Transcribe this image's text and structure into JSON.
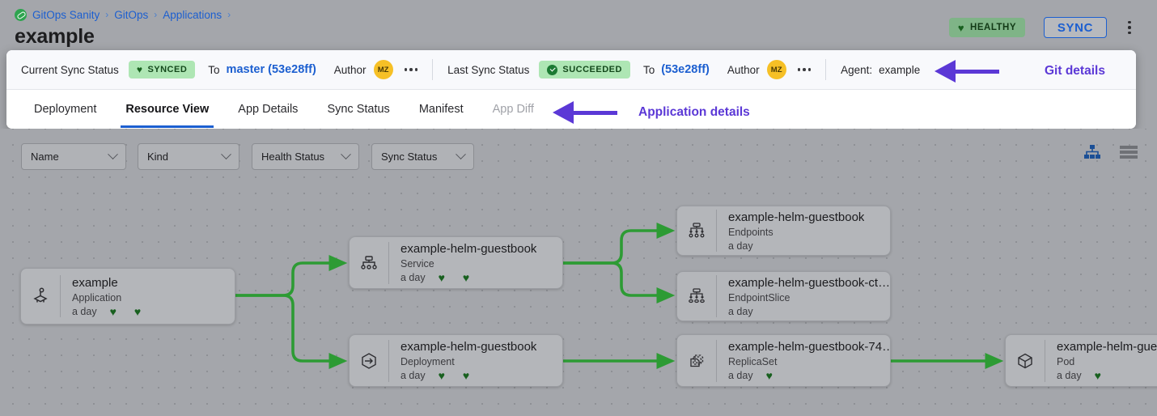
{
  "breadcrumb": {
    "logo_icon": "gitops-logo-icon",
    "items": [
      "GitOps Sanity",
      "GitOps",
      "Applications"
    ],
    "separator": "›"
  },
  "header": {
    "title": "example",
    "health_badge": {
      "label": "HEALTHY",
      "icon": "heart-icon",
      "glyph": "♥",
      "bg": "#7fb487",
      "fg": "#123a16"
    },
    "sync_button": {
      "label": "SYNC",
      "color": "#1c5fd0"
    },
    "kebab_menu_icon": "kebab-menu-icon"
  },
  "status_bar": {
    "current_sync_status_label": "Current Sync Status",
    "current_sync_status_value": "SYNCED",
    "current_sync_status_icon": "heart-icon",
    "current_to_word": "To",
    "current_revision": "master (53e28ff)",
    "current_author_label": "Author",
    "current_author_initials": "MZ",
    "current_more_icon": "ellipsis-icon",
    "last_sync_status_label": "Last Sync Status",
    "last_sync_status_value": "SUCCEEDED",
    "last_sync_status_icon": "check-circle-icon",
    "last_to_word": "To",
    "last_revision": "(53e28ff)",
    "last_author_label": "Author",
    "last_author_initials": "MZ",
    "last_more_icon": "ellipsis-icon",
    "agent_label": "Agent:",
    "agent_value": "example"
  },
  "tabs": [
    {
      "label": "Deployment",
      "state": "normal"
    },
    {
      "label": "Resource View",
      "state": "active"
    },
    {
      "label": "App Details",
      "state": "normal"
    },
    {
      "label": "Sync Status",
      "state": "normal"
    },
    {
      "label": "Manifest",
      "state": "normal"
    },
    {
      "label": "App Diff",
      "state": "disabled"
    }
  ],
  "annotations": [
    {
      "text": "Git details",
      "color": "#5b38d6",
      "arrow": "left-arrow-icon"
    },
    {
      "text": "Application details",
      "color": "#5b38d6",
      "arrow": "left-arrow-icon"
    }
  ],
  "filters": [
    {
      "label": "Name",
      "icon": "chevron-down-icon"
    },
    {
      "label": "Kind",
      "icon": "chevron-down-icon"
    },
    {
      "label": "Health Status",
      "icon": "chevron-down-icon"
    },
    {
      "label": "Sync Status",
      "icon": "chevron-down-icon"
    }
  ],
  "view_toggle": {
    "tree_icon": "tree-view-icon",
    "tree_active": true,
    "tree_color": "#1b4f96",
    "list_icon": "list-view-icon",
    "list_color": "#6f7176"
  },
  "graph": {
    "nodes": [
      {
        "id": "app",
        "icon": "application-icon",
        "title": "example",
        "kind": "Application",
        "age": "a day",
        "hearts": 2
      },
      {
        "id": "service",
        "icon": "service-icon",
        "title": "example-helm-guestbook",
        "kind": "Service",
        "age": "a day",
        "hearts": 2
      },
      {
        "id": "deployment",
        "icon": "deployment-icon",
        "title": "example-helm-guestbook",
        "kind": "Deployment",
        "age": "a day",
        "hearts": 2
      },
      {
        "id": "endpoints",
        "icon": "endpoints-icon",
        "title": "example-helm-guestbook",
        "kind": "Endpoints",
        "age": "a day",
        "hearts": 0
      },
      {
        "id": "endpointslice",
        "icon": "endpointslice-icon",
        "title": "example-helm-guestbook-ct…",
        "kind": "EndpointSlice",
        "age": "a day",
        "hearts": 0
      },
      {
        "id": "replicaset",
        "icon": "replicaset-icon",
        "title": "example-helm-guestbook-74…",
        "kind": "ReplicaSet",
        "age": "a day",
        "hearts": 1
      },
      {
        "id": "pod",
        "icon": "pod-icon",
        "title": "example-helm-guest",
        "kind": "Pod",
        "age": "a day",
        "hearts": 1
      }
    ],
    "edge_color": "#2d9b34",
    "edges": [
      {
        "from": "app",
        "to": "service"
      },
      {
        "from": "app",
        "to": "deployment"
      },
      {
        "from": "service",
        "to": "endpoints"
      },
      {
        "from": "service",
        "to": "endpointslice"
      },
      {
        "from": "deployment",
        "to": "replicaset"
      },
      {
        "from": "replicaset",
        "to": "pod"
      }
    ]
  }
}
